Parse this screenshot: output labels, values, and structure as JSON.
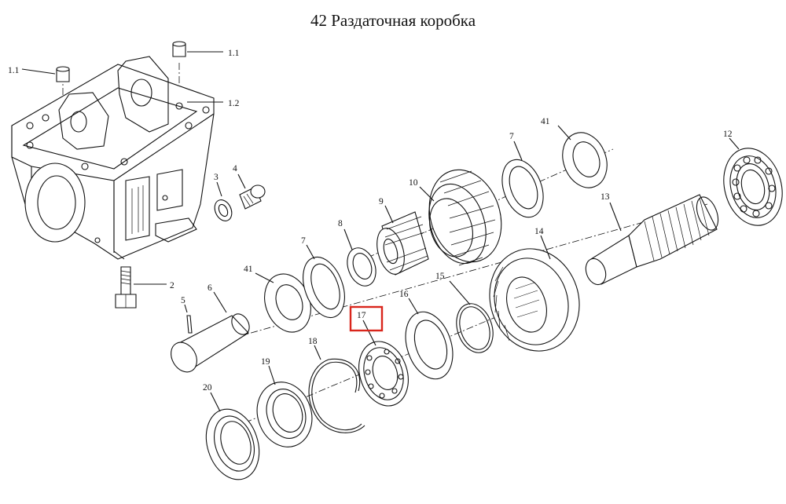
{
  "title": "42 Раздаточная коробка",
  "highlight_color": "#d9261c",
  "callouts": {
    "c1_1a": "1.1",
    "c1_1b": "1.1",
    "c1_2": "1.2",
    "c2": "2",
    "c3": "3",
    "c4": "4",
    "c5": "5",
    "c6": "6",
    "c7a": "7",
    "c7b": "7",
    "c8": "8",
    "c9": "9",
    "c10": "10",
    "c12": "12",
    "c13": "13",
    "c14": "14",
    "c15": "15",
    "c16": "16",
    "c17": "17",
    "c18": "18",
    "c19": "19",
    "c20": "20",
    "c41a": "41",
    "c41b": "41"
  }
}
